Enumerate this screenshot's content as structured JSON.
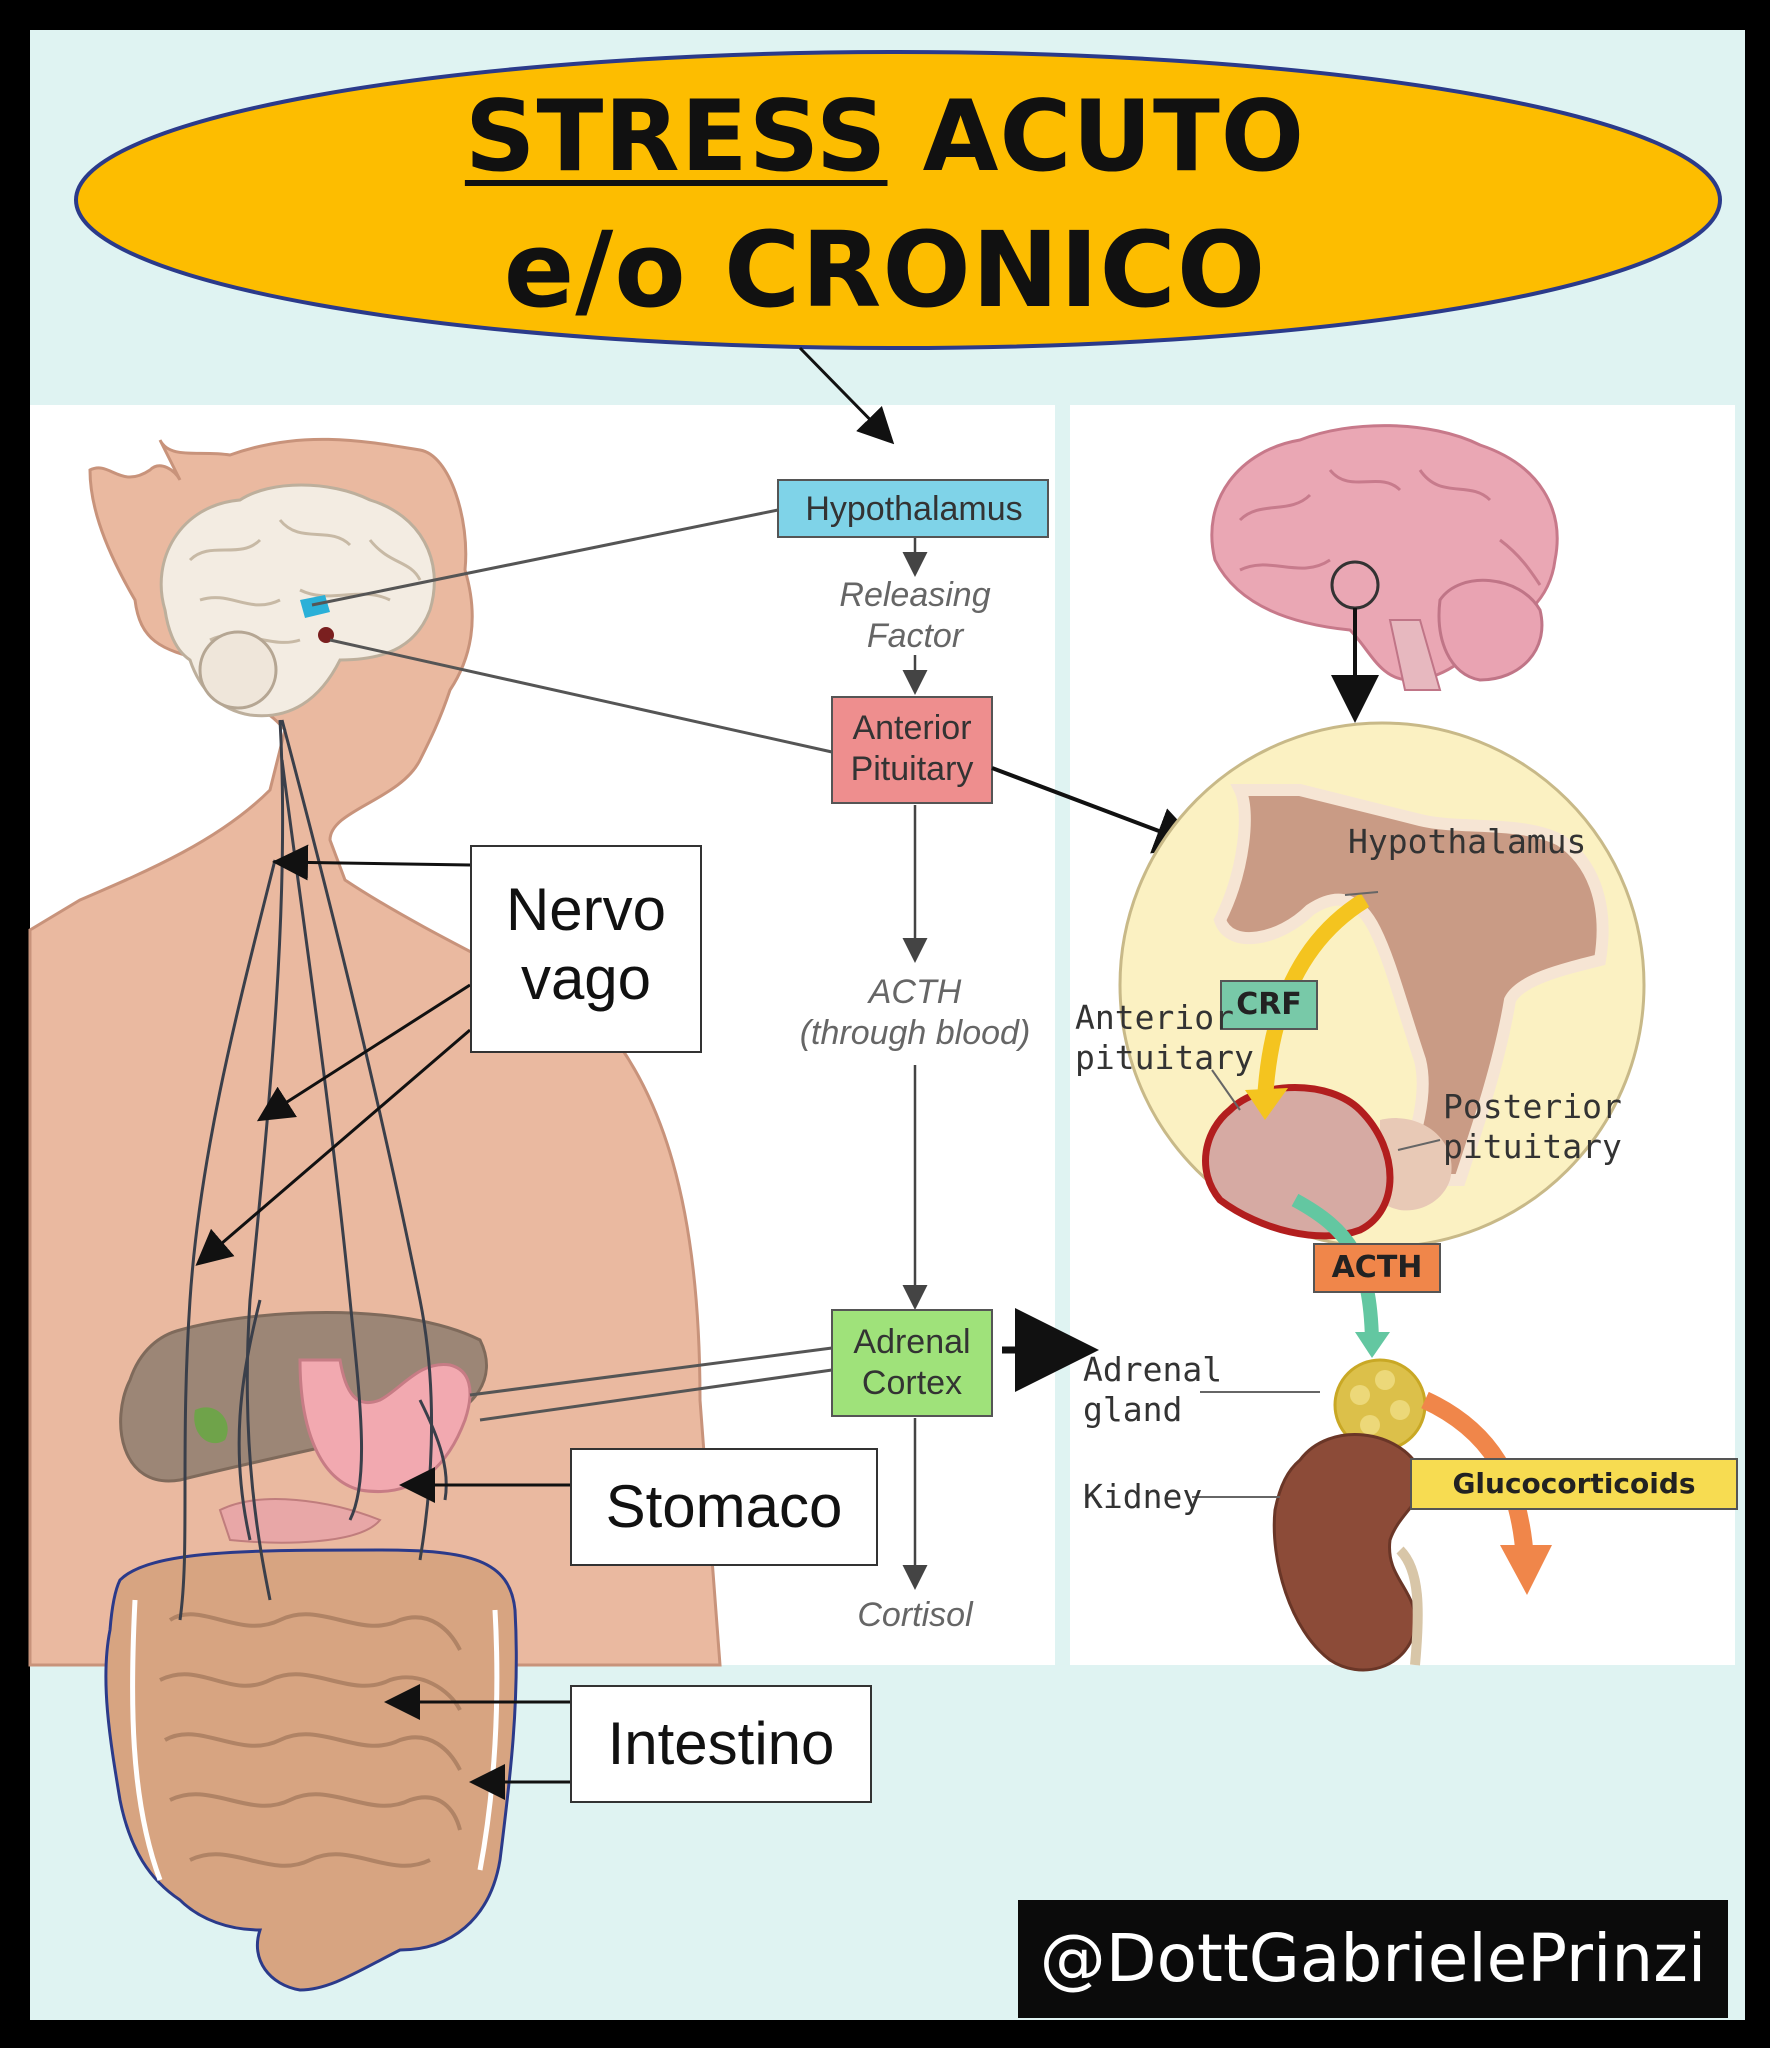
{
  "title": {
    "line1_underlined": "STRESS",
    "line1_rest": "ACUTO",
    "line2": "e/o CRONICO"
  },
  "flowchart": {
    "hypothalamus": "Hypothalamus",
    "releasing_factor_1": "Releasing",
    "releasing_factor_2": "Factor",
    "anterior_pituitary_1": "Anterior",
    "anterior_pituitary_2": "Pituitary",
    "acth_1": "ACTH",
    "acth_2": "(through blood)",
    "adrenal_cortex_1": "Adrenal",
    "adrenal_cortex_2": "Cortex",
    "cortisol": "Cortisol"
  },
  "labels": {
    "nervo_1": "Nervo",
    "nervo_2": "vago",
    "stomaco": "Stomaco",
    "intestino": "Intestino"
  },
  "detail": {
    "hypothalamus": "Hypothalamus",
    "crf": "CRF",
    "anterior_1": "Anterior",
    "anterior_2": "pituitary",
    "posterior_1": "Posterior",
    "posterior_2": "pituitary",
    "acth": "ACTH",
    "adrenal_1": "Adrenal",
    "adrenal_2": "gland",
    "kidney": "Kidney",
    "glucocorticoids": "Glucocorticoids"
  },
  "handle": "@DottGabrielePrinzi",
  "colors": {
    "frame": "#000000",
    "background": "#dff3f2",
    "title_ellipse": "#fdbd00",
    "hypothalamus_box": "#7fd3e8",
    "pituitary_box": "#ee8e8e",
    "adrenal_box": "#9fe27a",
    "skin": "#e9b9a0",
    "circle_detail": "#fbf1c2"
  }
}
